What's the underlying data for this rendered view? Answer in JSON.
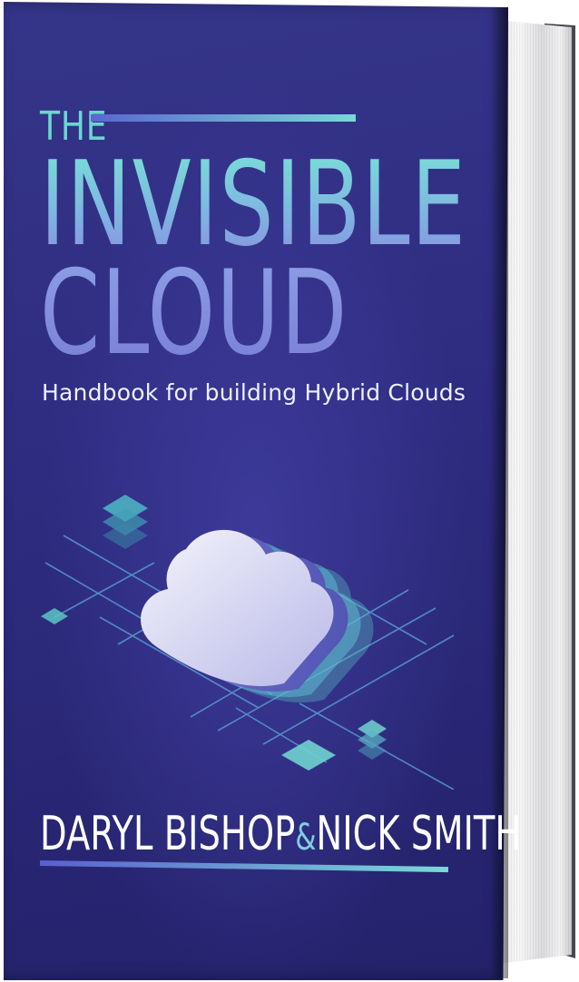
{
  "book": {
    "title_prefix": "THE",
    "title_line1": "INVISIBLE",
    "title_line2": "CLOUD",
    "subtitle": "Handbook for building Hybrid Clouds",
    "author1": "DARYL BISHOP",
    "ampersand": "&",
    "author2": "NICK SMITH"
  },
  "colors": {
    "cover": "#2e2c80",
    "accent_teal": "#6ad7d0",
    "accent_blue": "#7a7fd6",
    "page_block": "#f2f2f3"
  },
  "illustration": {
    "icon": "cloud-circuit-icon"
  }
}
